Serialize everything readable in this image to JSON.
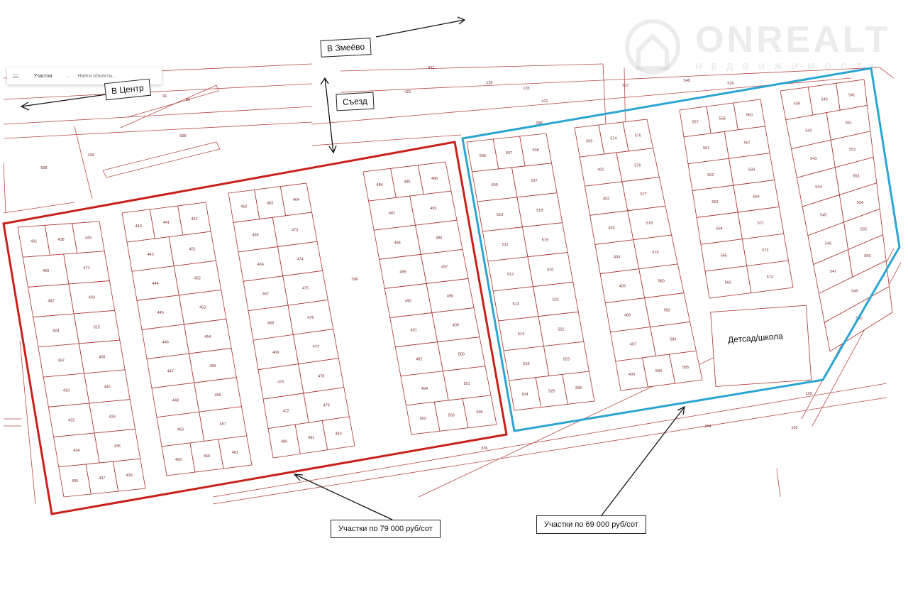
{
  "search": {
    "layer": "Участки",
    "placeholder": "Найти объекты..."
  },
  "watermark": {
    "brand": "ONREALT",
    "sub": "НЕДВИЖИМОСТЬ"
  },
  "annotations": {
    "to_zmeevo": "В Змеёво",
    "to_center": "В Центр",
    "exit": "Съезд",
    "kindergarten": "Детсад/школа",
    "price_red": "Участки по 79 000 руб/сот",
    "price_blue": "Участки по 69 000 руб/сот"
  },
  "colors": {
    "red_zone": "#c8201c",
    "blue_zone": "#2aa5d2",
    "parcel_line": "#a8322e"
  },
  "road_labels": [
    "421",
    "135",
    "422",
    "421",
    "135",
    "298",
    "599",
    "598",
    "199",
    "86",
    "96",
    "536",
    "394",
    "102",
    "129",
    "396",
    "548",
    "526",
    "537"
  ],
  "blocks": [
    {
      "id": "A",
      "zone": "red",
      "rows": [
        [
          "431",
          "438",
          "449"
        ],
        [
          "460",
          "471"
        ],
        [
          "482",
          "493"
        ],
        [
          "504",
          "515"
        ],
        [
          "397",
          "408"
        ],
        [
          "419",
          "430"
        ],
        [
          "432",
          "433"
        ],
        [
          "434",
          "435"
        ],
        [
          "436",
          "437",
          "439"
        ]
      ]
    },
    {
      "id": "B",
      "zone": "red",
      "rows": [
        [
          "440",
          "441",
          "442"
        ],
        [
          "443",
          "451"
        ],
        [
          "444",
          "452"
        ],
        [
          "445",
          "453"
        ],
        [
          "446",
          "454"
        ],
        [
          "447",
          "455"
        ],
        [
          "448",
          "456"
        ],
        [
          "450",
          "457"
        ],
        [
          "458",
          "459",
          "461"
        ]
      ]
    },
    {
      "id": "C",
      "zone": "red",
      "rows": [
        [
          "462",
          "463",
          "464"
        ],
        [
          "465",
          "473"
        ],
        [
          "466",
          "474"
        ],
        [
          "467",
          "475"
        ],
        [
          "468",
          "476"
        ],
        [
          "469",
          "477"
        ],
        [
          "470",
          "478"
        ],
        [
          "472",
          "479"
        ],
        [
          "480",
          "481",
          "483"
        ]
      ]
    },
    {
      "id": "D",
      "zone": "red",
      "rows": [
        [
          "484",
          "485",
          "486"
        ],
        [
          "487",
          "495"
        ],
        [
          "488",
          "496"
        ],
        [
          "489",
          "497"
        ],
        [
          "490",
          "498"
        ],
        [
          "491",
          "499"
        ],
        [
          "492",
          "500"
        ],
        [
          "494",
          "501"
        ],
        [
          "502",
          "503",
          "505"
        ]
      ]
    },
    {
      "id": "E",
      "zone": "blue",
      "rows": [
        [
          "506",
          "507",
          "508"
        ],
        [
          "509",
          "517"
        ],
        [
          "510",
          "518"
        ],
        [
          "511",
          "519"
        ],
        [
          "512",
          "520"
        ],
        [
          "513",
          "521"
        ],
        [
          "514",
          "522"
        ],
        [
          "516",
          "523"
        ],
        [
          "524",
          "525",
          "398"
        ]
      ]
    },
    {
      "id": "F",
      "zone": "blue",
      "rows": [
        [
          "399",
          "574",
          "575"
        ],
        [
          "401",
          "576"
        ],
        [
          "402",
          "577"
        ],
        [
          "403",
          "578"
        ],
        [
          "404",
          "579"
        ],
        [
          "405",
          "580"
        ],
        [
          "406",
          "582"
        ],
        [
          "407",
          "583"
        ],
        [
          "409",
          "584",
          "585"
        ]
      ]
    },
    {
      "id": "G",
      "zone": "blue",
      "rows": [
        [
          "557",
          "558",
          "560"
        ],
        [
          "561",
          "567"
        ],
        [
          "562",
          "568"
        ],
        [
          "563",
          "569"
        ],
        [
          "564",
          "571"
        ],
        [
          "565",
          "572"
        ],
        [
          "566",
          "573"
        ]
      ]
    },
    {
      "id": "H",
      "zone": "blue",
      "rows": [
        [
          "539",
          "540",
          "541"
        ],
        [
          "542",
          "551"
        ],
        [
          "543",
          "552"
        ],
        [
          "544",
          "553"
        ],
        [
          "545",
          "554"
        ],
        [
          "546",
          "555"
        ],
        [
          "547",
          "556"
        ],
        [
          "549"
        ],
        [
          "550"
        ]
      ]
    }
  ]
}
